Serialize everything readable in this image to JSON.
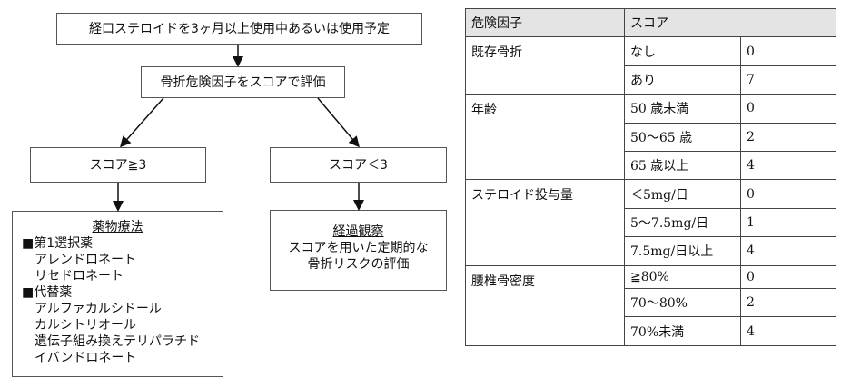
{
  "flow": {
    "top": "経口ステロイドを3ヶ月以上使用中あるいは使用予定",
    "eval": "骨折危険因子をスコアで評価",
    "left_cond": "スコア≧3",
    "right_cond": "スコア＜3",
    "therapy": {
      "title": "薬物療法",
      "first_heading": "■第1選択薬",
      "first_items": [
        "アレンドロネート",
        "リセドロネート"
      ],
      "alt_heading": "■代替薬",
      "alt_items": [
        "アルファカルシドール",
        "カルシトリオール",
        "遺伝子組み換えテリパラチド",
        "イバンドロネート"
      ]
    },
    "observe": {
      "title": "経過観察",
      "line1": "スコアを用いた定期的な",
      "line2": "骨折リスクの評価"
    }
  },
  "table": {
    "header": [
      "危険因子",
      "スコア"
    ],
    "groups": [
      {
        "factor": "既存骨折",
        "rows": [
          [
            "なし",
            "0"
          ],
          [
            "あり",
            "7"
          ]
        ]
      },
      {
        "factor": "年齢",
        "rows": [
          [
            "50 歳未満",
            "0"
          ],
          [
            "50～65 歳",
            "2"
          ],
          [
            "65 歳以上",
            "4"
          ]
        ]
      },
      {
        "factor": "ステロイド投与量",
        "rows": [
          [
            "＜5mg/日",
            "0"
          ],
          [
            "5～7.5mg/日",
            "1"
          ],
          [
            "7.5mg/日以上",
            "4"
          ]
        ]
      },
      {
        "factor": "腰椎骨密度",
        "rows": [
          [
            "≧80%",
            "0"
          ],
          [
            "70～80%",
            "2"
          ],
          [
            "70%未満",
            "4"
          ]
        ]
      }
    ]
  }
}
